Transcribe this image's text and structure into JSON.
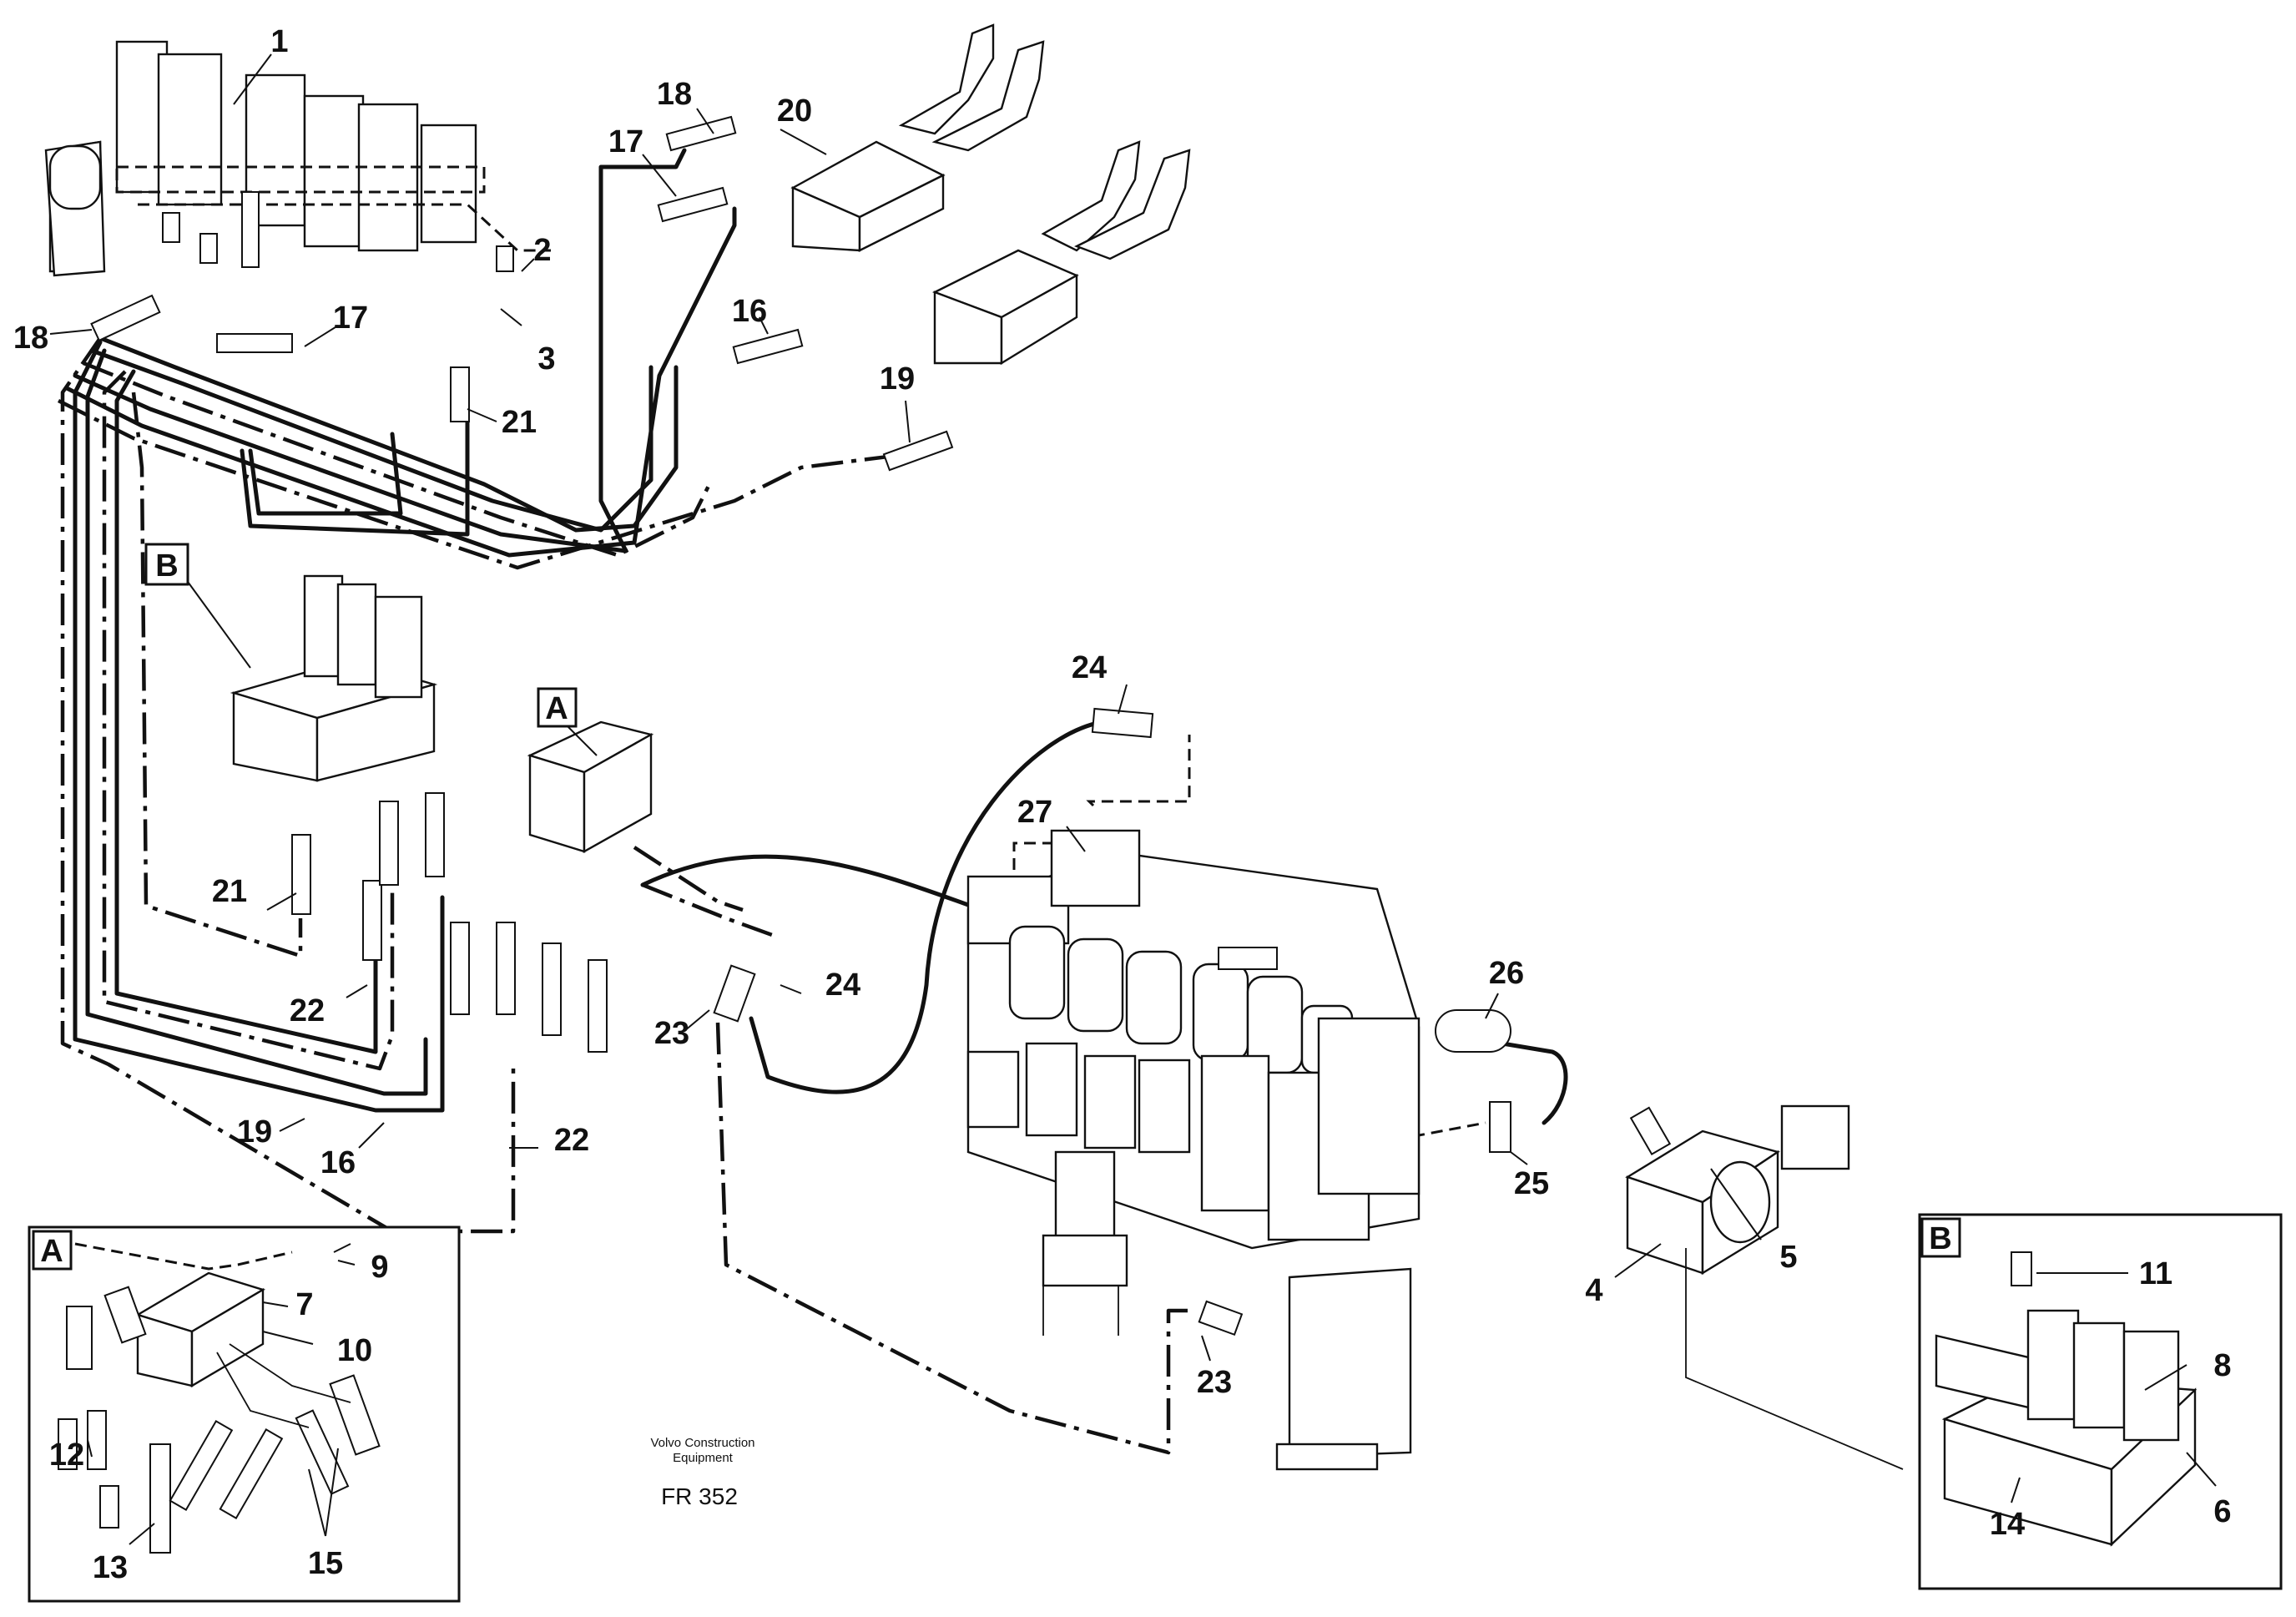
{
  "caption": {
    "line1": "Volvo Construction",
    "line2": "Equipment"
  },
  "figure_code": "FR 352",
  "detail_views": {
    "a": "A",
    "b": "B"
  },
  "labels": {
    "n1": "1",
    "n2": "2",
    "n3": "3",
    "n4": "4",
    "n5": "5",
    "n6": "6",
    "n7": "7",
    "n8": "8",
    "n9": "9",
    "n10": "10",
    "n11": "11",
    "n12": "12",
    "n13": "13",
    "n14": "14",
    "n15": "15",
    "n16": "16",
    "n17": "17",
    "n18": "18",
    "n19": "19",
    "n20": "20",
    "n21": "21",
    "n22": "22",
    "n23": "23",
    "n24": "24",
    "n25": "25",
    "n26": "26",
    "n27": "27"
  }
}
